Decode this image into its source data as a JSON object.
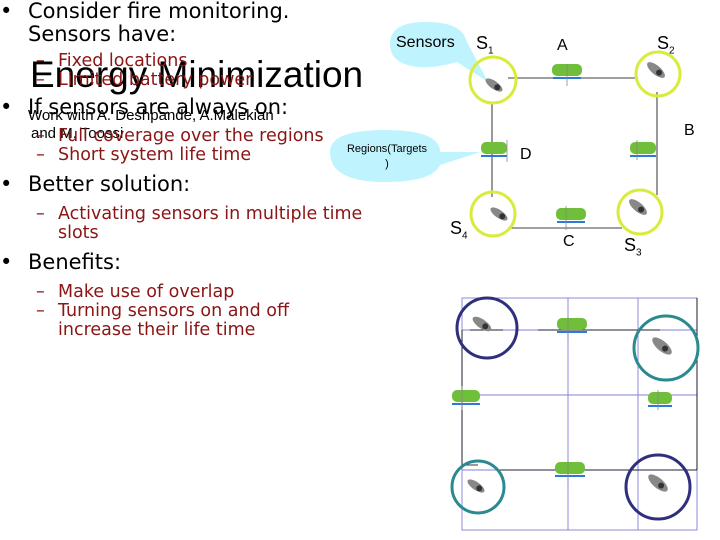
{
  "slide": {
    "title": "Energy Minimization",
    "credits_line1": "Work with A. Deshpande, A.Malekian",
    "credits_line2": "and M. Toossi",
    "callouts": {
      "sensors": "Sensors",
      "regions_line1": "Regions(Targets",
      "regions_line2": ")"
    },
    "bullets": [
      {
        "text": "Consider fire  monitoring.",
        "text2": "Sensors have:",
        "subs": [
          "Fixed locations",
          "Limited battery power"
        ]
      },
      {
        "text": "If  sensors are always on:",
        "subs": [
          "Full coverage over the regions",
          "Short system life time"
        ]
      },
      {
        "text": "Better solution:",
        "subs": [
          "Activating sensors in multiple time",
          "slots"
        ]
      },
      {
        "text": "Benefits:",
        "subs": [
          "Make use of overlap",
          "Turning sensors on and off",
          "increase their life time"
        ]
      }
    ],
    "sub_dash": "–",
    "labels": {
      "s1": "S",
      "s1_sub": "1",
      "s2": "S",
      "s2_sub": "2",
      "s3": "S",
      "s3_sub": "3",
      "s4": "S",
      "s4_sub": "4",
      "a": "A",
      "b": "B",
      "c": "C",
      "d": "D"
    },
    "colors": {
      "callout": "#bff4ff",
      "ring_yellow": "#d9ec3e",
      "ring_navy": "#2f2f7d",
      "ring_teal": "#2a8a90",
      "link": "#8080d6",
      "subtext": "#8b1414"
    }
  }
}
